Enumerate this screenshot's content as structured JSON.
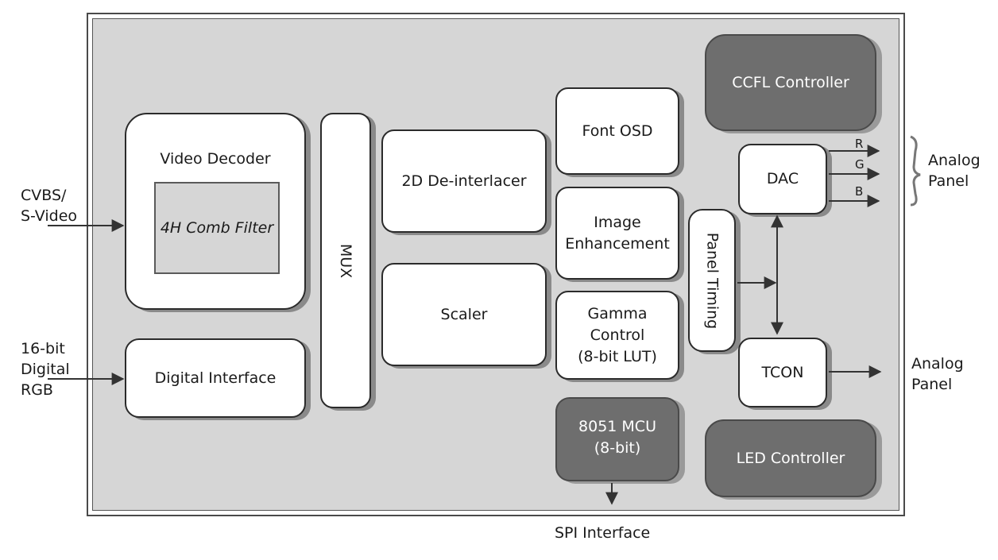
{
  "blocks": {
    "video_decoder": "Video Decoder",
    "comb_filter": "4H Comb Filter",
    "digital_interface": "Digital Interface",
    "mux": "MUX",
    "deinterlacer": "2D De-interlacer",
    "scaler": "Scaler",
    "font_osd": "Font OSD",
    "image_enhancement": "Image\nEnhancement",
    "gamma_control": "Gamma\nControl\n(8-bit LUT)",
    "mcu": "8051 MCU\n(8-bit)",
    "panel_timing": "Panel Timing",
    "ccfl_controller": "CCFL Controller",
    "dac": "DAC",
    "tcon": "TCON",
    "led_controller": "LED Controller"
  },
  "inputs": {
    "cvbs": "CVBS/\nS-Video",
    "rgb": "16-bit\nDigital\nRGB"
  },
  "outputs": {
    "analog_panel_top": "Analog\nPanel",
    "analog_panel_bottom": "Analog\nPanel",
    "spi": "SPI Interface",
    "r": "R",
    "g": "G",
    "b": "B"
  },
  "colors": {
    "chip_fill": "#d6d6d6",
    "block_fill": "#ffffff",
    "dark_block_fill": "#6e6e6e"
  }
}
